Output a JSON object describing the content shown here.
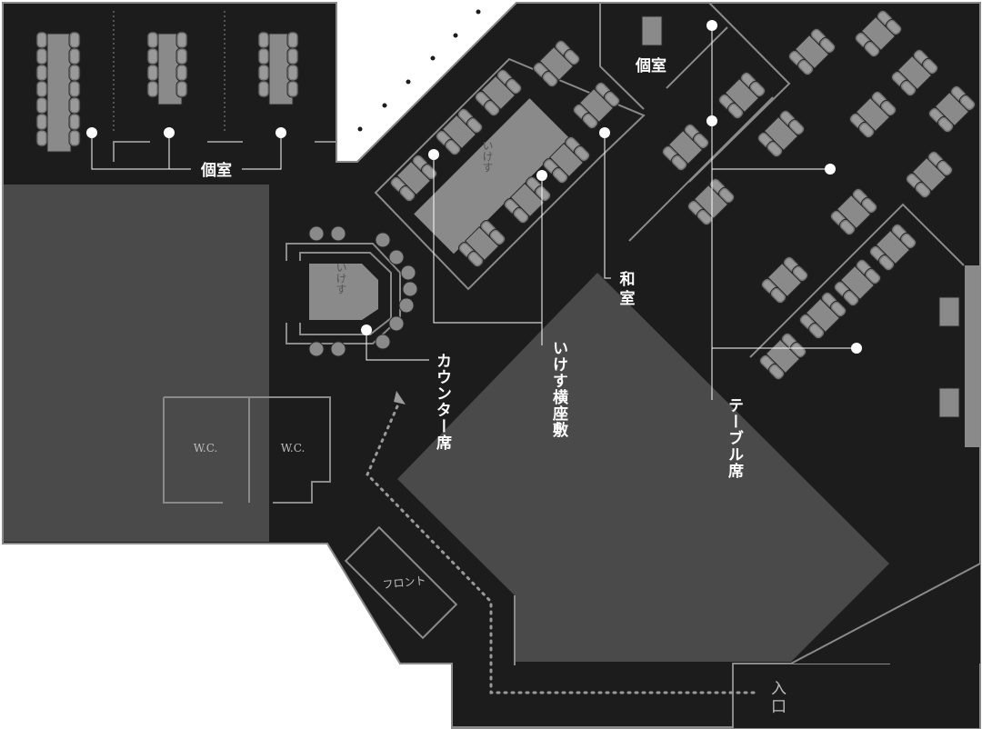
{
  "labels": {
    "private_room_left": "個室",
    "private_room_top": "個室",
    "washitsu_1": "和",
    "washitsu_2": "室",
    "counter_seats": "カウンター席",
    "ikesu_side_zashiki": "いけす横座敷",
    "table_seats": "テーブル席",
    "ikesu_counter": "いけす",
    "ikesu_zashiki": "いけす",
    "wc_1": "W.C.",
    "wc_2": "W.C.",
    "front_desk": "フロント",
    "entrance": "入口"
  },
  "colors": {
    "floor": "#1c1c1c",
    "wall": "#8a8a8a",
    "void": "#4a4a4a",
    "furniture": "#7a7a7a",
    "seat": "#8a8a8a",
    "marker": "#ffffff",
    "route": "#9a9a9a"
  },
  "icons": {
    "plant": "plant-icon",
    "route_arrow": "arrow-up-icon"
  }
}
